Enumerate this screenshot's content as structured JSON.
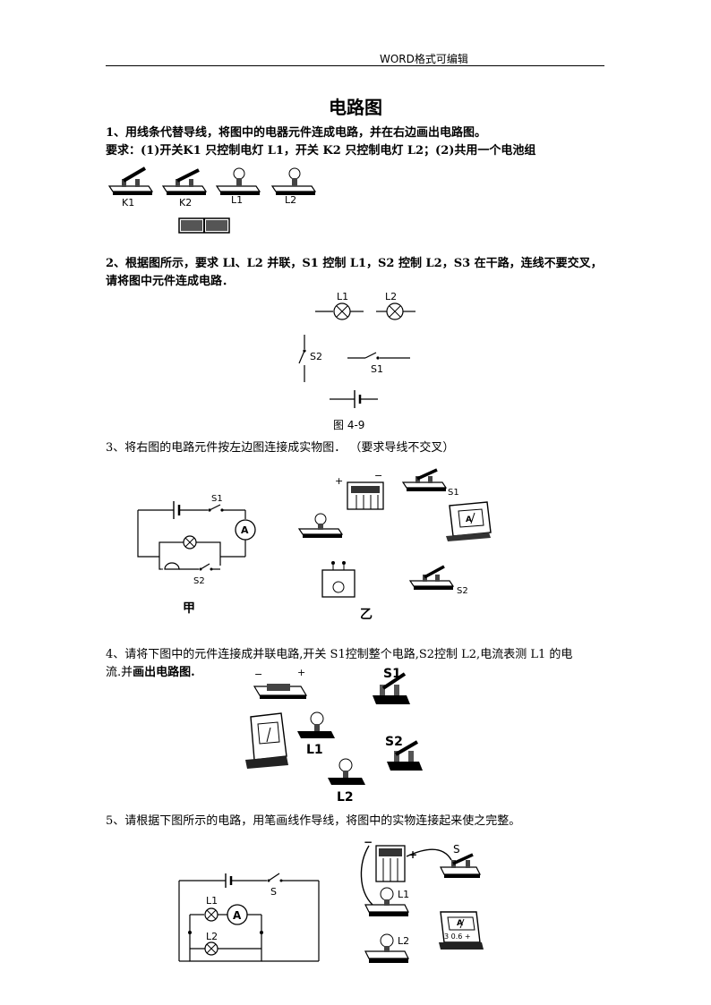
{
  "header": {
    "text": "WORD格式可编辑"
  },
  "title": "电路图",
  "q1": {
    "line1": "1、用线条代替导线，将图中的电器元件连成电路，并在右边画出电路图。",
    "line2": "要求：(1)开关K1 只控制电灯 L1，开关 K2 只控制电灯 L2；(2)共用一个电池组",
    "labels": [
      "K1",
      "K2",
      "L1",
      "L2"
    ]
  },
  "q2": {
    "line1": "2、根据图所示，要求 Ll、L2 并联，S1 控制 L1，S2 控制 L2，S3 在干路，连线不要交叉，",
    "line2": "请将图中元件连成电路．",
    "labels": {
      "l1": "L1",
      "l2": "L2",
      "s2": "S2",
      "s1": "S1"
    },
    "caption": "图 4-9"
  },
  "q3": {
    "line1": "3、将右图的电路元件按左边图连接成实物图．  （要求导线不交叉）",
    "labels": {
      "s1": "S1",
      "s2": "S2",
      "a": "A",
      "plus": "+",
      "minus": "−"
    },
    "caption_left": "甲",
    "caption_right": "乙"
  },
  "q4": {
    "line1": "4、请将下图中的元件连接成并联电路,开关 S1控制整个电路,S2控制 L2,电流表测 L1 的电",
    "line2a": "流.并",
    "line2b": "画出电路图.",
    "labels": {
      "s1": "S1",
      "s2": "S2",
      "l1": "L1",
      "l2": "L2",
      "minus": "−",
      "plus": "+"
    }
  },
  "q5": {
    "line1": "5、请根据下图所示的电路，用笔画线作导线，将图中的实物连接起来使之完整。",
    "labels": {
      "s": "S",
      "l1": "L1",
      "l2": "L2",
      "a": "A",
      "minus": "−",
      "plus": "+",
      "meter": "3 0.6 +"
    }
  }
}
